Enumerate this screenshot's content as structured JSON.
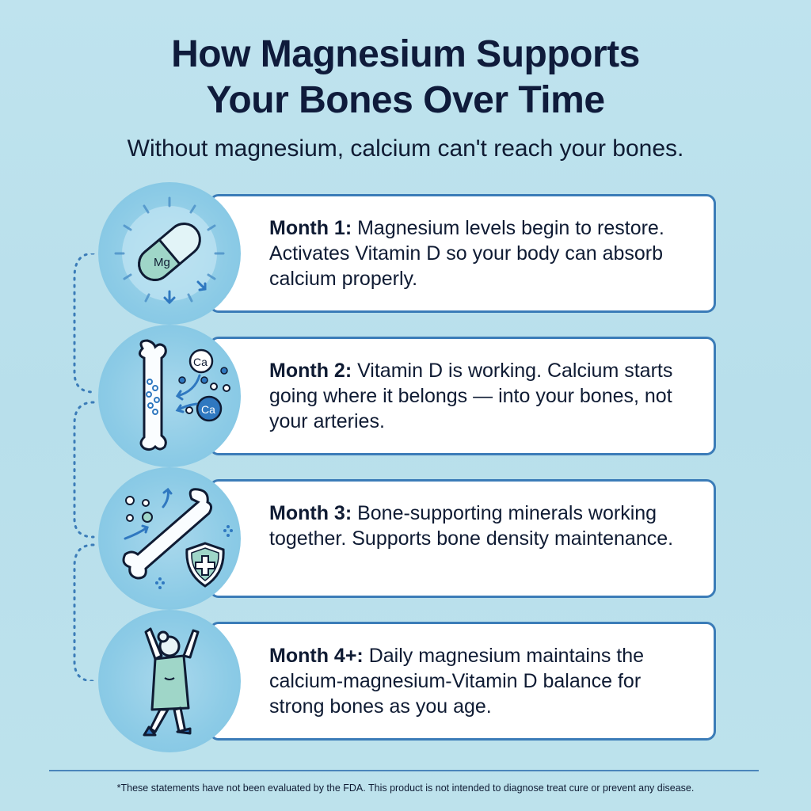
{
  "header": {
    "title_line1": "How Magnesium Supports",
    "title_line2": "Your Bones Over Time",
    "subtitle": "Without magnesium, calcium can't reach your bones."
  },
  "steps": [
    {
      "label": "Month 1:",
      "text": " Magnesium levels begin to restore. Activates Vitamin D so your body can absorb calcium properly.",
      "icon": "magnesium-capsule-icon",
      "icon_text": "Mg"
    },
    {
      "label": "Month 2:",
      "text": " Vitamin D is working. Calcium starts going where it belongs — into your bones, not your arteries.",
      "icon": "bone-calcium-absorption-icon",
      "icon_text_1": "Ca",
      "icon_text_2": "Ca"
    },
    {
      "label": "Month 3:",
      "text": " Bone-supporting minerals working together. Supports bone density maintenance.",
      "icon": "bone-shield-icon"
    },
    {
      "label": "Month 4+:",
      "text": " Daily magnesium maintains the calcium-magnesium-Vitamin D balance for strong bones as you age.",
      "icon": "happy-woman-icon"
    }
  ],
  "footer": {
    "disclaimer": "*These statements have not been evaluated by the FDA. This product is not intended to diagnose treat cure or prevent any disease."
  },
  "colors": {
    "background": "#bde2ec",
    "title": "#0f1b3b",
    "card_border": "#3b7cb8",
    "circle": "#8ccbe6",
    "accent_teal": "#9fd6c8"
  }
}
